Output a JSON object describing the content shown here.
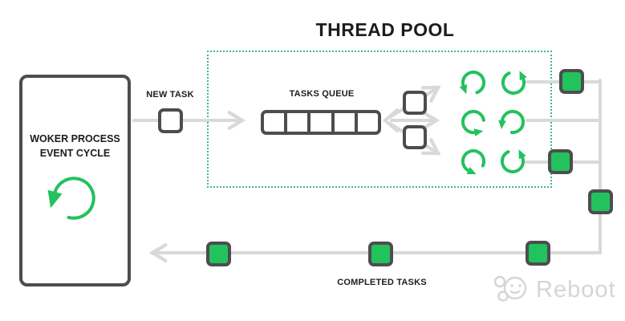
{
  "title": "THREAD POOL",
  "worker_box": {
    "label_line1": "WOKER PROCESS",
    "label_line2": "EVENT CYCLE",
    "icon": "cycle-arrow-icon"
  },
  "flow_labels": {
    "new_task": "NEW TASK",
    "tasks_queue": "TASKS QUEUE",
    "completed_tasks": "COMPLETED TASKS"
  },
  "queue": {
    "cell_count": 5
  },
  "thread_pool": {
    "thread_rows": 3,
    "cycle_icons_per_row": 2,
    "pending_task_squares": 2
  },
  "completed_task_squares": 6,
  "colors": {
    "green": "#22c25d",
    "dotted_border_green": "#3dbd7d",
    "dark_border": "#4d4d50",
    "flow_line_gray": "#d9d9d9",
    "text_dark": "#1c1c1e",
    "watermark_gray": "#d5d5d5"
  },
  "watermark": {
    "text": "Reboot",
    "icon": "reboot-logo-icon"
  }
}
